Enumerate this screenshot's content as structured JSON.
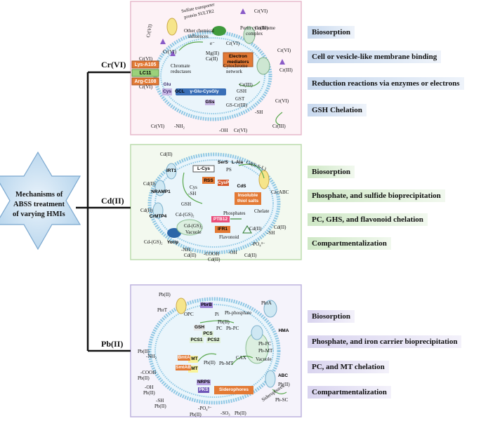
{
  "center_label": [
    "Mechanisms of",
    "ABSS treatment",
    "of varying HMIs"
  ],
  "metals": [
    "Cr(VI)",
    "Cd(II)",
    "Pb(II)"
  ],
  "cr_mechanisms": [
    "Biosorption",
    "Cell or vesicle-like membrane binding",
    "Reduction reactions via enzymes or electrons",
    "GSH Chelation"
  ],
  "cd_mechanisms": [
    "Biosorption",
    "Phosphate, and sulfide bioprecipitation",
    "PC, GHS, and flavonoid chelation",
    "Compartmentalization"
  ],
  "pb_mechanisms": [
    "Biosorption",
    "Phosphate, and iron carrier bioprecipitation",
    "PC,  and  MT chelation",
    "Compartmentalization"
  ],
  "cr_panel": {
    "boxes": [
      "Lys-A105",
      "LC11",
      "Arg-C108",
      "Glu",
      "Cys",
      "GCL",
      "γ-Glu-CysGly",
      "GSs",
      "Electron mediators"
    ],
    "labels": [
      "Sulfate transporter",
      "protein SULTR2",
      "Other chemical",
      "influences",
      "Porin cytochrome",
      "complex",
      "Chromate",
      "reductases",
      "Mg(II)",
      "Ca(II)",
      "Cytochrome",
      "network",
      "GSH",
      "GST",
      "GS-Cr(III)",
      "-SH",
      "-OH",
      "-NH₂",
      "Cr(VI)",
      "Cr(III)",
      "e⁻"
    ]
  },
  "cd_panel": {
    "boxes": [
      "IRT1",
      "L-Cys",
      "SerS",
      "L-Ala",
      "CysP",
      "RSS",
      "CdS",
      "Insoluble thiol salts",
      "PTB12",
      "IFR1",
      "NRAMP1",
      "CrMTP4",
      "Yorip"
    ],
    "labels": [
      "PS",
      "Cd(S-S-L)",
      "CzcABC",
      "Cys",
      "-SH",
      "GSH",
      "Cd-(GS)₂",
      "Vacuole",
      "Phosphates",
      "Chelate",
      "Flavonoid",
      "-NH₂",
      "-COOH",
      "-OH",
      "-PO₄³⁻",
      "Cd(II)"
    ]
  },
  "pb_panel": {
    "boxes": [
      "PbrB",
      "GSH",
      "PCS",
      "PCS1",
      "PCS2",
      "BmtA",
      "SmtAB",
      "MT",
      "NRPS",
      "PKS",
      "Siderophores",
      "HMA",
      "ABC"
    ],
    "labels": [
      "PbrT",
      "OPC",
      "Pi",
      "Pb-phosphate",
      "PbrA",
      "Pb(II)",
      "PC",
      "Pb-PC",
      "Pb-MT",
      "CAX",
      "Vacuole",
      "Siderophores",
      "Pb-SC",
      "-NH₂",
      "-COOH",
      "-OH",
      "-SH",
      "-PO₄³⁻",
      "-SO₃"
    ]
  }
}
